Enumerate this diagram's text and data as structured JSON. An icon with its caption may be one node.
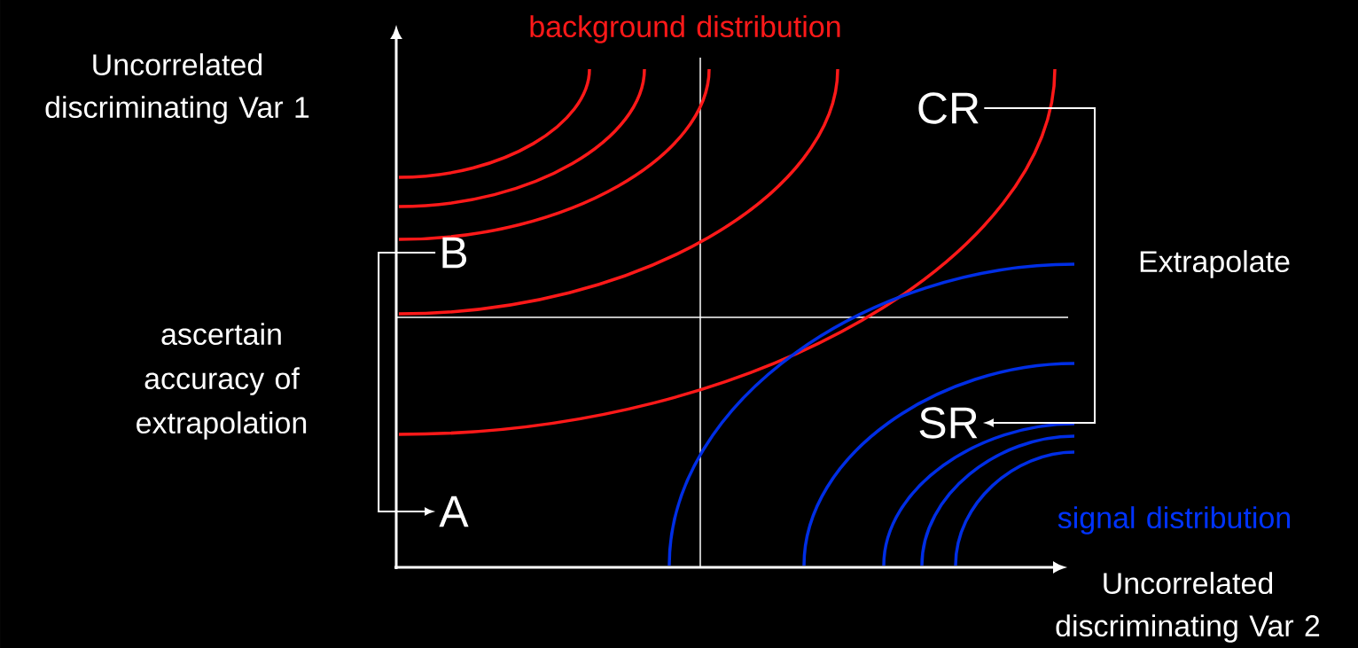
{
  "diagram": {
    "nodes": [
      {
        "text": [
          "B"
        ]
      },
      {
        "text": [
          "A"
        ]
      },
      {
        "text": [
          "CR"
        ]
      },
      {
        "text": [
          "SR"
        ]
      }
    ],
    "edges": [
      {
        "from": 0,
        "to": 1,
        "arrow": "to",
        "label": "ascertain accuracy of extrapolation"
      },
      {
        "from": 2,
        "to": 3,
        "arrow": "to",
        "label": "Extrapolate"
      }
    ],
    "labels": [
      "background distribution",
      "Uncorrelated discriminating Var 1",
      "signal distribution",
      "Uncorrelated discriminating Var 2"
    ]
  }
}
